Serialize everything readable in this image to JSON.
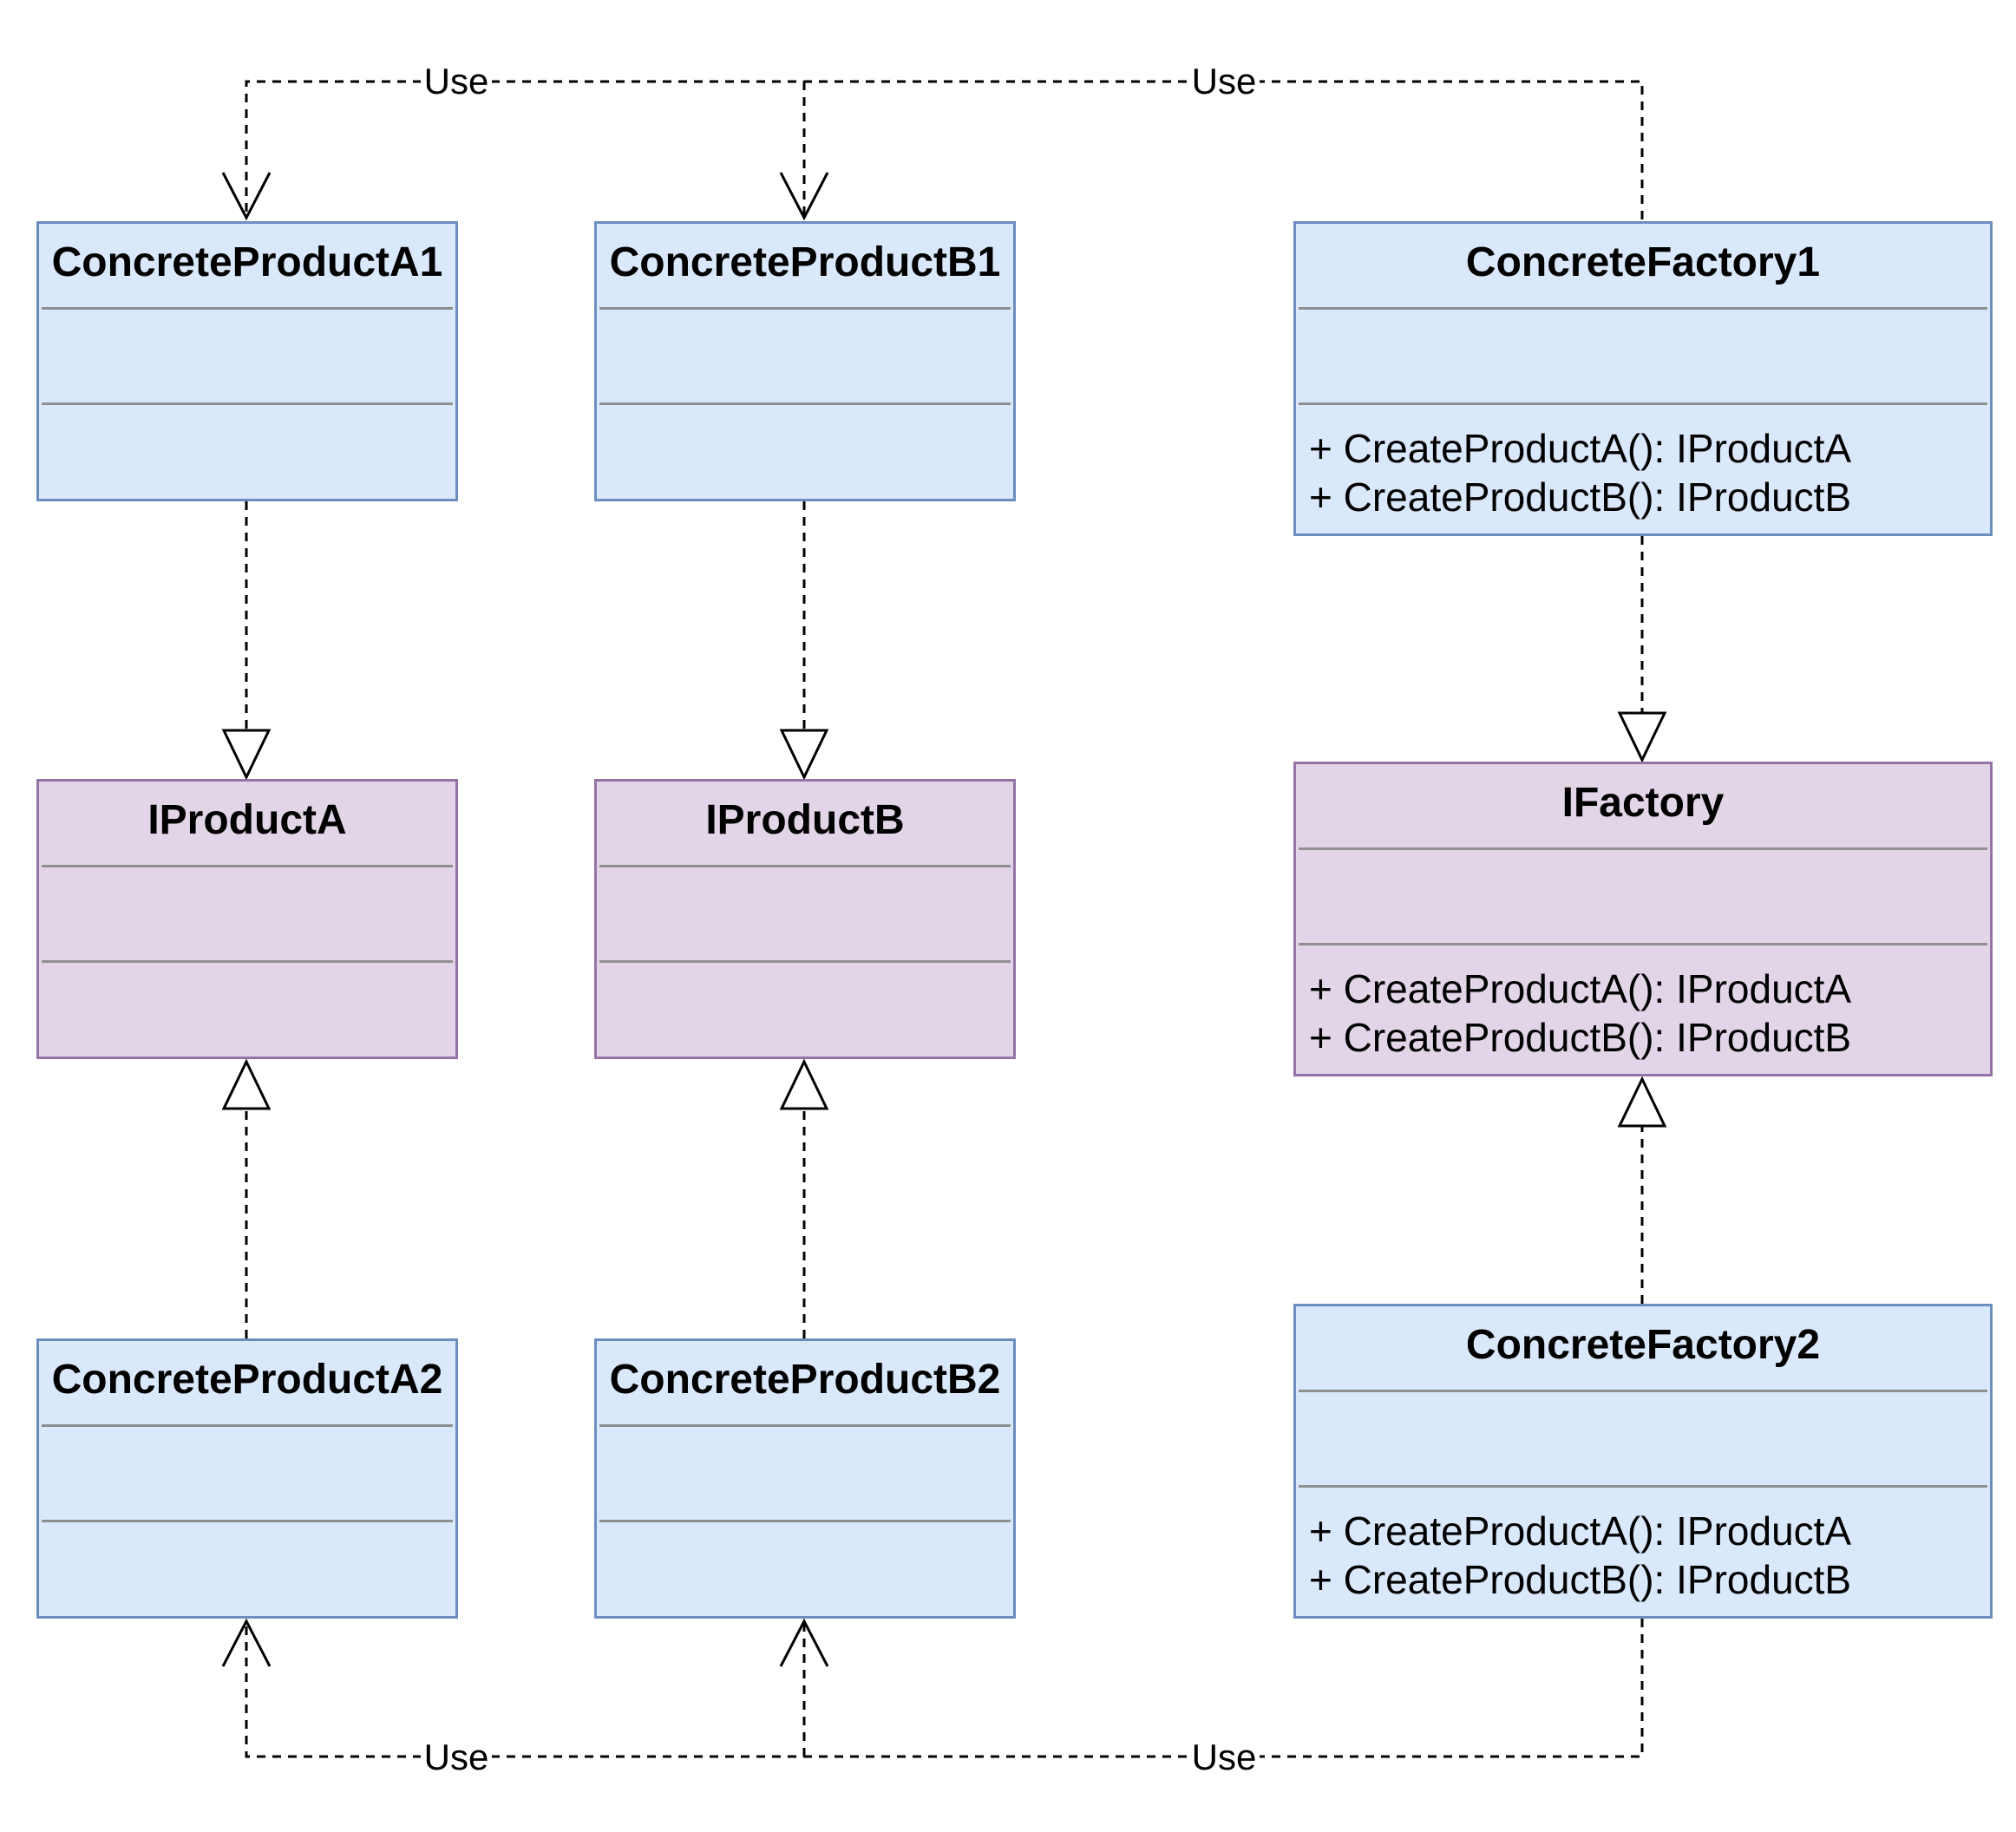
{
  "classes": {
    "concrete_product_a1": {
      "name": "ConcreteProductA1",
      "methods": []
    },
    "concrete_product_b1": {
      "name": "ConcreteProductB1",
      "methods": []
    },
    "concrete_factory1": {
      "name": "ConcreteFactory1",
      "methods": [
        "+ CreateProductA(): IProductA",
        "+ CreateProductB(): IProductB"
      ]
    },
    "iproduct_a": {
      "name": "IProductA",
      "methods": []
    },
    "iproduct_b": {
      "name": "IProductB",
      "methods": []
    },
    "ifactory": {
      "name": "IFactory",
      "methods": [
        "+ CreateProductA(): IProductA",
        "+ CreateProductB(): IProductB"
      ]
    },
    "concrete_product_a2": {
      "name": "ConcreteProductA2",
      "methods": []
    },
    "concrete_product_b2": {
      "name": "ConcreteProductB2",
      "methods": []
    },
    "concrete_factory2": {
      "name": "ConcreteFactory2",
      "methods": [
        "+ CreateProductA(): IProductA",
        "+ CreateProductB(): IProductB"
      ]
    }
  },
  "relations": {
    "use_label": "Use"
  },
  "colors": {
    "concrete_fill": "#dae8fc",
    "concrete_border": "#6c8ebf",
    "interface_fill": "#e1d5e7",
    "interface_border": "#9673a6"
  }
}
